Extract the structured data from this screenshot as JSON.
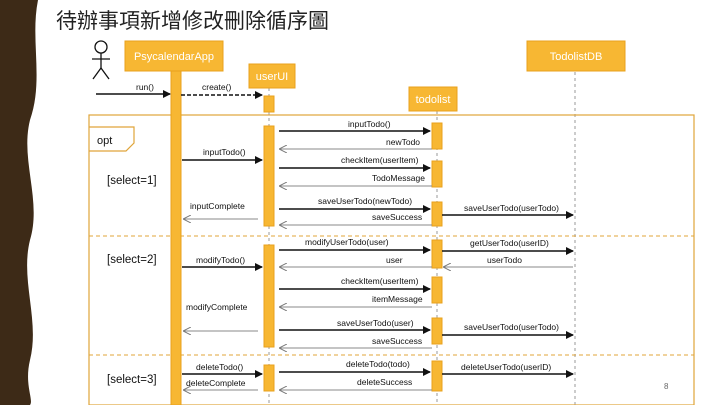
{
  "slide": {
    "title": "待辦事項新增修改刪除循序圖",
    "page_number": "8"
  },
  "colors": {
    "object_fill": "#f7b733",
    "object_stroke": "#e8a21c",
    "frame": "#e0a53a",
    "line": "#111111",
    "reply_line": "#888888",
    "left_band": "#3d2a17"
  },
  "participants": {
    "actor": {
      "icon": "stick-figure-icon"
    },
    "app": {
      "label": "PsycalendarApp"
    },
    "userui": {
      "label": "userUI"
    },
    "todolist": {
      "label": "todolist"
    },
    "db": {
      "label": "TodolistDB"
    }
  },
  "messages": {
    "run": "run()",
    "create": "create()",
    "input_todo_a": "inputTodo()",
    "new_todo": "newTodo",
    "input_todo_b": "inputTodo()",
    "check_item_1": "checkItem(userItem)",
    "todo_message": "TodoMessage",
    "input_complete": "inputComplete",
    "save_user_todo_new": "saveUserTodo(newTodo)",
    "save_user_todo_db_1": "saveUserTodo(userTodo)",
    "save_success_1": "saveSuccess",
    "modify_user_todo": "modifyUserTodo(user)",
    "get_user_todo": "getUserTodo(userID)",
    "modify_todo": "modifyTodo()",
    "user": "user",
    "user_todo": "userTodo",
    "check_item_2": "checkItem(userItem)",
    "item_message": "itemMessage",
    "modify_complete": "modifyComplete",
    "save_user_todo_user": "saveUserTodo(user)",
    "save_user_todo_db_2": "saveUserTodo(userTodo)",
    "save_success_2": "saveSuccess",
    "delete_todo_a": "deleteTodo()",
    "delete_todo_b": "deleteTodo(todo)",
    "delete_user_todo": "deleteUserTodo(userID)",
    "delete_complete": "deleteComplete",
    "delete_success": "deleteSuccess"
  },
  "frame": {
    "label": "opt",
    "guards": [
      "[select=1]",
      "[select=2]",
      "[select=3]"
    ]
  }
}
